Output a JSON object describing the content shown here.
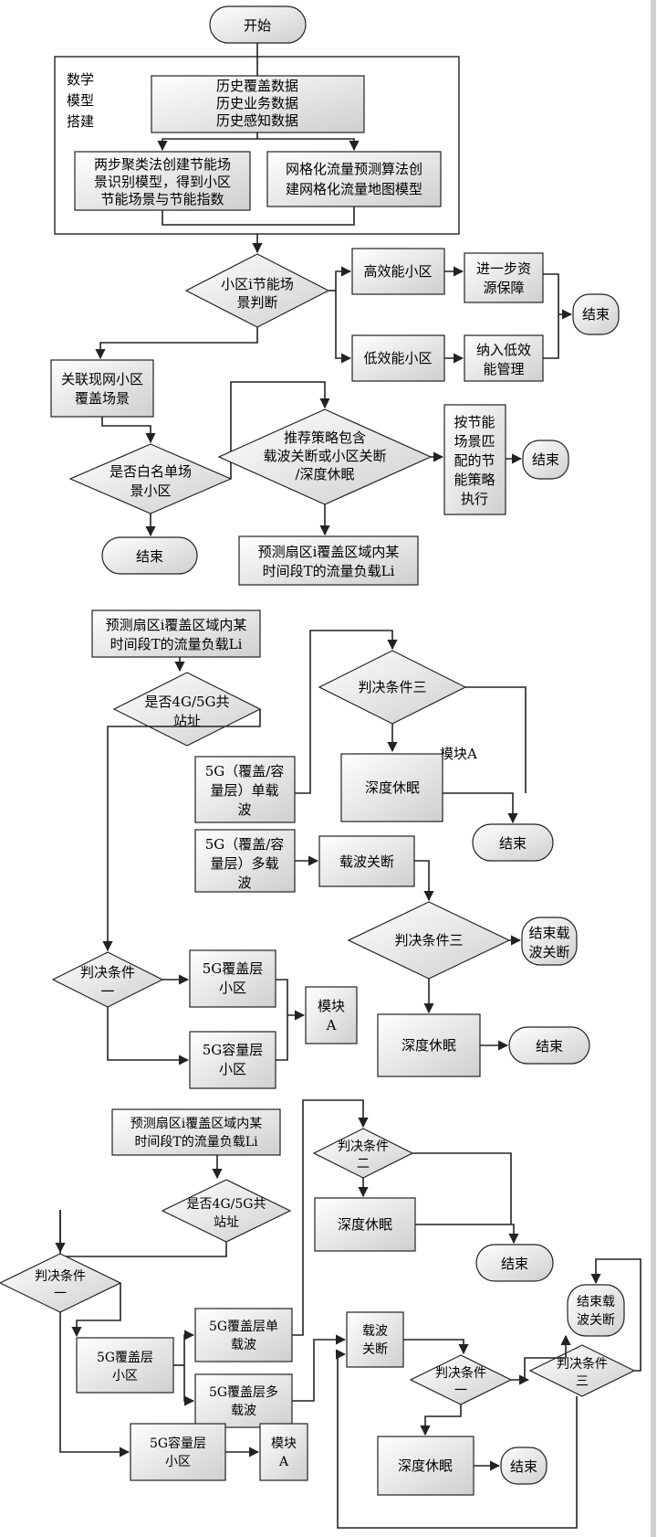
{
  "part1": {
    "start": "开始",
    "model_label": [
      "数学",
      "模型",
      "搭建"
    ],
    "history": [
      "历史覆盖数据",
      "历史业务数据",
      "历史感知数据"
    ],
    "cluster": [
      "两步聚类法创建节能场",
      "景识别模型，得到小区",
      "节能场景与节能指数"
    ],
    "grid": [
      "网格化流量预测算法创",
      "建网格化流量地图模型"
    ],
    "judge_i": [
      "小区i节能场",
      "景判断"
    ],
    "high_eff": "高效能小区",
    "low_eff": "低效能小区",
    "resource": [
      "进一步资",
      "源保障"
    ],
    "low_mgmt": [
      "纳入低效",
      "能管理"
    ],
    "end_a": "结束",
    "linked": [
      "关联现网小区",
      "覆盖场景"
    ],
    "whitelist": [
      "是否白名单场",
      "景小区"
    ],
    "end_b": "结束",
    "strategy": [
      "推荐策略包含",
      "载波关断或小区关断",
      "/深度休眠"
    ],
    "exec": [
      "按节能",
      "场景匹",
      "配的节",
      "能策略",
      "执行"
    ],
    "end_c": "结束",
    "predict": [
      "预测扇区i覆盖区域内某",
      "时间段T的流量负载Li"
    ]
  },
  "part2": {
    "predict": [
      "预测扇区i覆盖区域内某",
      "时间段T的流量负载Li"
    ],
    "coloc": [
      "是否4G/5G共",
      "站址"
    ],
    "cond3_top": "判决条件三",
    "module_a_label": "模块A",
    "single": [
      "5G（覆盖/容",
      "量层）单载",
      "波"
    ],
    "deep_sleep_a": "深度休眠",
    "end_a": "结束",
    "multi": [
      "5G（覆盖/容",
      "量层）多载",
      "波"
    ],
    "carrier_off": "载波关断",
    "cond3_mid": "判决条件三",
    "end_carrier": [
      "结束载",
      "波关断"
    ],
    "cond1": [
      "判决条件",
      "一"
    ],
    "cov_layer": [
      "5G覆盖层",
      "小区"
    ],
    "cap_layer": [
      "5G容量层",
      "小区"
    ],
    "module_box": [
      "模块",
      "A"
    ],
    "deep_sleep_b": "深度休眠",
    "end_b": "结束"
  },
  "part3": {
    "predict": [
      "预测扇区i覆盖区域内某",
      "时间段T的流量负载Li"
    ],
    "cond2": [
      "判决条件",
      "二"
    ],
    "deep_sleep_a": "深度休眠",
    "end_a": "结束",
    "coloc": [
      "是否4G/5G共",
      "站址"
    ],
    "cond1": [
      "判决条件",
      "一"
    ],
    "cov_layer": [
      "5G覆盖层",
      "小区"
    ],
    "cov_single": [
      "5G覆盖层单",
      "载波"
    ],
    "cov_multi": [
      "5G覆盖层多",
      "载波"
    ],
    "carrier_off": [
      "载波",
      "关断"
    ],
    "end_carrier": [
      "结束载",
      "波关断"
    ],
    "cond1b": [
      "判决条件",
      "一"
    ],
    "cond3": [
      "判决条件",
      "三"
    ],
    "cap_layer": [
      "5G容量层",
      "小区"
    ],
    "module_box": [
      "模块",
      "A"
    ],
    "deep_sleep_b": "深度休眠",
    "end_b": "结束"
  }
}
